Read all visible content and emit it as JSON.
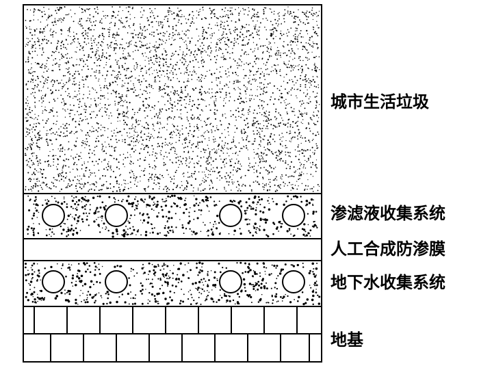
{
  "layers": {
    "waste": {
      "label": "城市生活垃圾"
    },
    "leachate": {
      "label": "渗滤液收集系统"
    },
    "membrane": {
      "label": "人工合成防渗膜"
    },
    "groundwater": {
      "label": "地下水收集系统"
    },
    "foundation": {
      "label": "地基"
    }
  },
  "colors": {
    "stroke": "#000000",
    "fill": "#ffffff",
    "dots": "#000000"
  }
}
